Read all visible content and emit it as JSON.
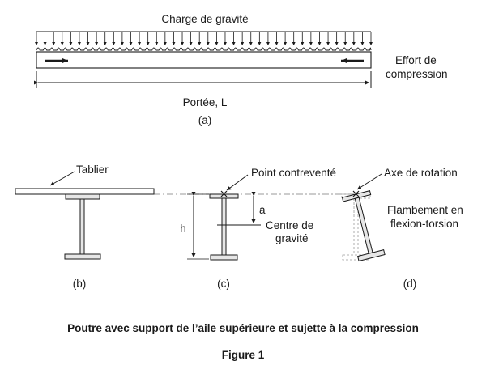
{
  "panel_a": {
    "load_label": "Charge de gravité",
    "compression_label_line1": "Effort de",
    "compression_label_line2": "compression",
    "span_label": "Portée, L",
    "tag": "(a)"
  },
  "panel_b": {
    "deck_label": "Tablier",
    "tag": "(b)"
  },
  "panel_c": {
    "braced_point_label": "Point contreventé",
    "h_label": "h",
    "a_label": "a",
    "centroid_label_line1": "Centre de",
    "centroid_label_line2": "gravité",
    "tag": "(c)"
  },
  "panel_d": {
    "rotation_axis_label": "Axe de rotation",
    "buckling_label_line1": "Flambement en",
    "buckling_label_line2": "flexion-torsion",
    "tag": "(d)"
  },
  "caption": {
    "title": "Poutre avec support de l’aile supérieure et sujette à la compression",
    "figure": "Figure 1"
  },
  "colors": {
    "line": "#1a1a1a",
    "steel_fill": "#e6e6e6",
    "dashed": "#9a9a9a"
  }
}
